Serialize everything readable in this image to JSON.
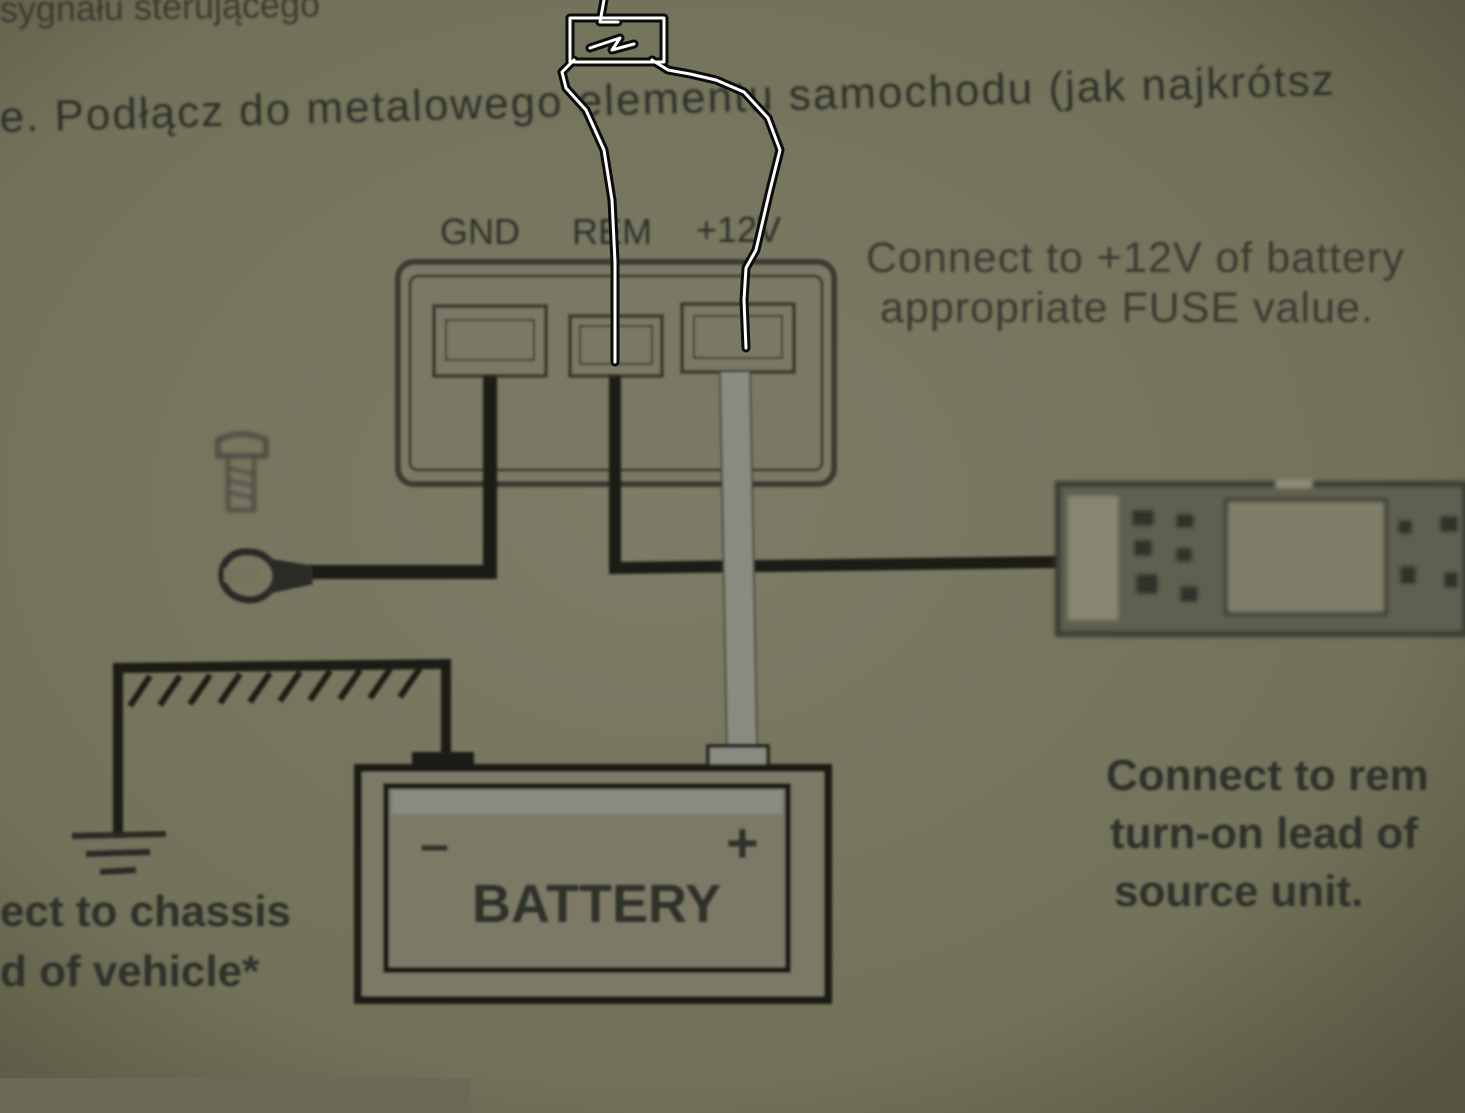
{
  "header_text": {
    "line1": "sygnału sterującego",
    "line2": "e. Podłącz do metalowego elementu samochodu (jak najkrótsz"
  },
  "terminals": {
    "gnd": "GND",
    "rem": "REM",
    "plus12v": "+12V"
  },
  "notes": {
    "battery_line1": "Connect to +12V of battery",
    "battery_line2": "appropriate FUSE value.",
    "remote_line1": "Connect to rem",
    "remote_line2": "turn-on lead of",
    "remote_line3": "source unit.",
    "chassis_line1": "ect to chassis",
    "chassis_line2": "d of vehicle*"
  },
  "battery": {
    "label": "BATTERY",
    "minus": "–",
    "plus": "+"
  },
  "colors": {
    "paper": "#74735e",
    "ink": "#1d1e19",
    "gray_wire": "#8a8b80",
    "annotation": "#ffffff"
  }
}
